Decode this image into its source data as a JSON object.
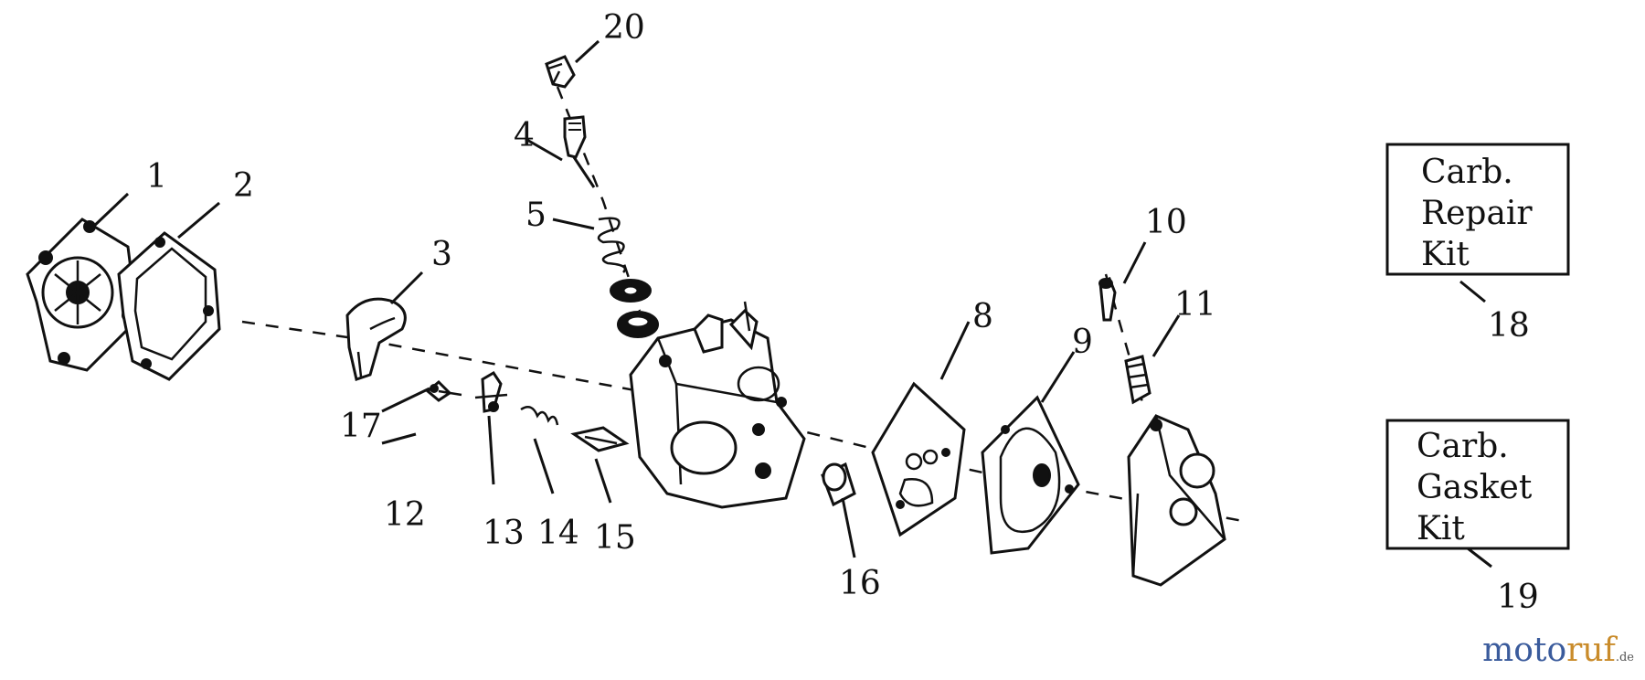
{
  "parts": [
    {
      "no": "1"
    },
    {
      "no": "2"
    },
    {
      "no": "3"
    },
    {
      "no": "4"
    },
    {
      "no": "5"
    },
    {
      "no": "8"
    },
    {
      "no": "9"
    },
    {
      "no": "10"
    },
    {
      "no": "11"
    },
    {
      "no": "12"
    },
    {
      "no": "13"
    },
    {
      "no": "14"
    },
    {
      "no": "15"
    },
    {
      "no": "16"
    },
    {
      "no": "17"
    },
    {
      "no": "18"
    },
    {
      "no": "19"
    },
    {
      "no": "20"
    }
  ],
  "kits": {
    "repair": {
      "line1": "Carb.",
      "line2": "Repair",
      "line3": "Kit"
    },
    "gasket": {
      "line1": "Carb.",
      "line2": "Gasket",
      "line3": "Kit"
    }
  },
  "watermark": {
    "part1": "moto",
    "part2": "ruf",
    "suffix": ".de"
  },
  "colors": {
    "logo_blue": "#3a5b9c",
    "logo_orange": "#c98b2a"
  }
}
